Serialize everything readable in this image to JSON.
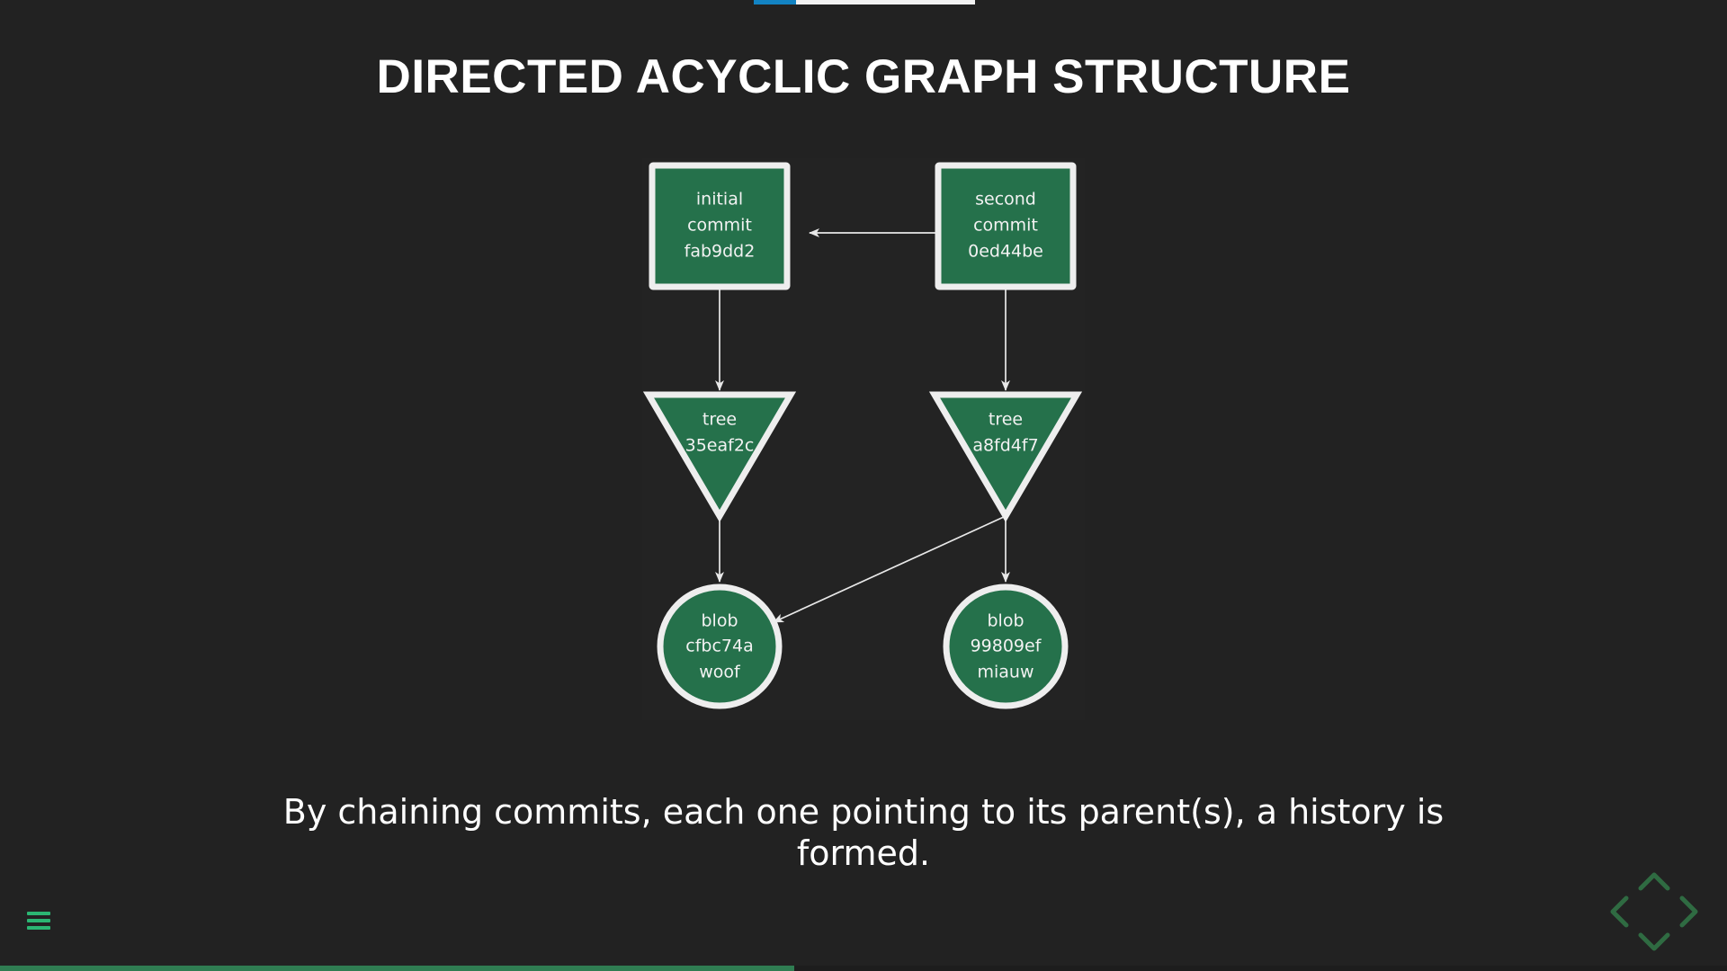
{
  "slide": {
    "title": "DIRECTED ACYCLIC GRAPH STRUCTURE",
    "caption": "By chaining commits, each one pointing to its parent(s), a history is formed."
  },
  "progress": {
    "top_percent": 19,
    "bottom_percent": 46
  },
  "theme": {
    "background": "#222222",
    "node_fill": "#25714b",
    "node_stroke": "#eeeeee",
    "edge_color": "#e8e8e8",
    "title_color": "#ffffff",
    "accent_green": "#2bb673",
    "progress_bottom": "#2f7d52",
    "progress_top_fill": "#1283c3"
  },
  "diagram": {
    "nodes": [
      {
        "id": "commit1",
        "shape": "rect",
        "lines": [
          "initial",
          "commit",
          "fab9dd2"
        ]
      },
      {
        "id": "commit2",
        "shape": "rect",
        "lines": [
          "second",
          "commit",
          "0ed44be"
        ]
      },
      {
        "id": "tree1",
        "shape": "inverted-triangle",
        "lines": [
          "tree",
          "35eaf2c"
        ]
      },
      {
        "id": "tree2",
        "shape": "inverted-triangle",
        "lines": [
          "tree",
          "a8fd4f7"
        ]
      },
      {
        "id": "blob1",
        "shape": "circle",
        "lines": [
          "blob",
          "cfbc74a",
          "woof"
        ]
      },
      {
        "id": "blob2",
        "shape": "circle",
        "lines": [
          "blob",
          "99809ef",
          "miauw"
        ]
      }
    ],
    "edges": [
      {
        "from": "commit2",
        "to": "commit1"
      },
      {
        "from": "commit1",
        "to": "tree1"
      },
      {
        "from": "commit2",
        "to": "tree2"
      },
      {
        "from": "tree1",
        "to": "blob1"
      },
      {
        "from": "tree2",
        "to": "blob2"
      },
      {
        "from": "tree2",
        "to": "blob1"
      }
    ]
  },
  "controls": {
    "menu_label": "menu",
    "nav_up": "previous-slide",
    "nav_down": "next-slide",
    "nav_left": "left-slide",
    "nav_right": "right-slide"
  }
}
